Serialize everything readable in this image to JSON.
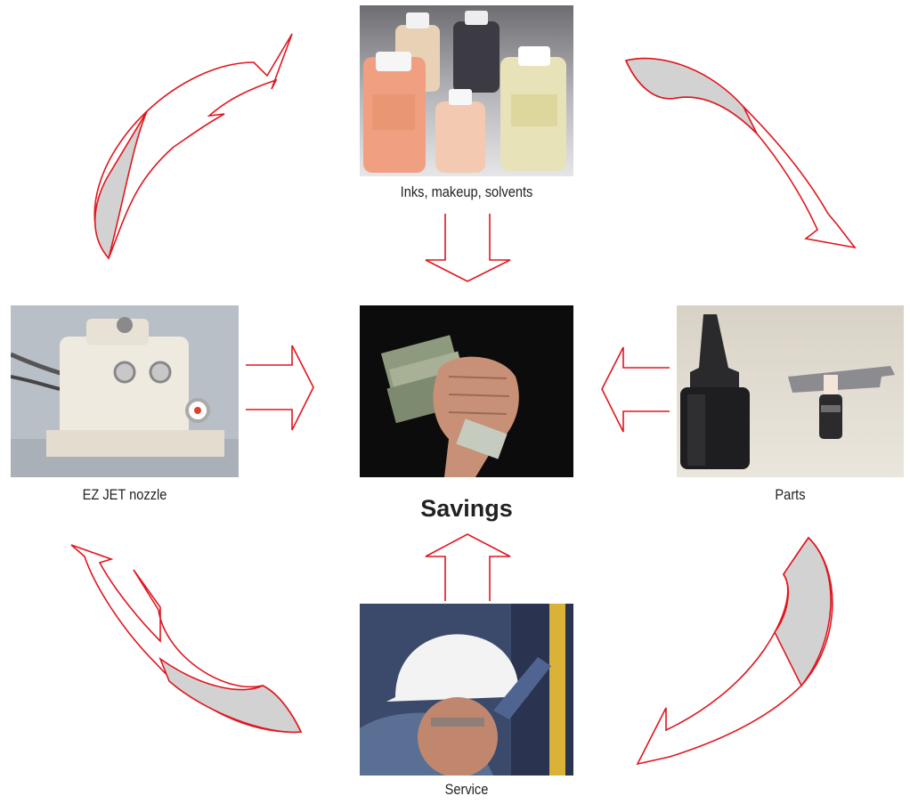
{
  "center": {
    "title": "Savings",
    "image": "money-in-fist-photo"
  },
  "nodes": {
    "top": {
      "label": "Inks, makeup, solvents",
      "image": "ink-bottles-photo"
    },
    "left": {
      "label": "EZ JET nozzle",
      "image": "nozzle-photo"
    },
    "right": {
      "label": "Parts",
      "image": "parts-photo"
    },
    "bottom": {
      "label": "Service",
      "image": "technician-photo"
    }
  },
  "colors": {
    "arrow_stroke": "#e0161e",
    "arrow_fill": "#d2d2d2",
    "background": "#ffffff",
    "photo_center_bg": "#0c0c0c"
  }
}
